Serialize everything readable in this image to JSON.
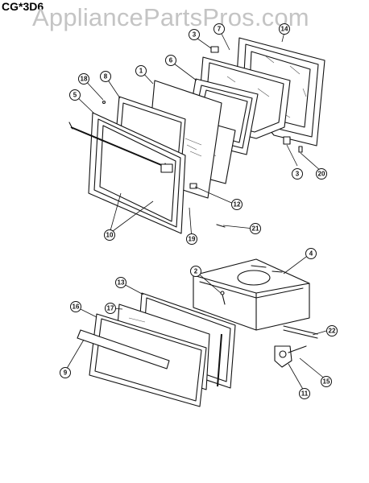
{
  "model": "CG*3D6",
  "watermark": "AppliancePartsPros.com",
  "callouts": {
    "c1": "1",
    "c2": "2",
    "c3a": "3",
    "c3b": "3",
    "c4": "4",
    "c5": "5",
    "c6": "6",
    "c7": "7",
    "c8": "8",
    "c9": "9",
    "c10": "10",
    "c11": "11",
    "c12": "12",
    "c13": "13",
    "c14": "14",
    "c15": "15",
    "c16": "16",
    "c17": "17",
    "c18": "18",
    "c19": "19",
    "c20": "20",
    "c21": "21",
    "c22": "22"
  }
}
